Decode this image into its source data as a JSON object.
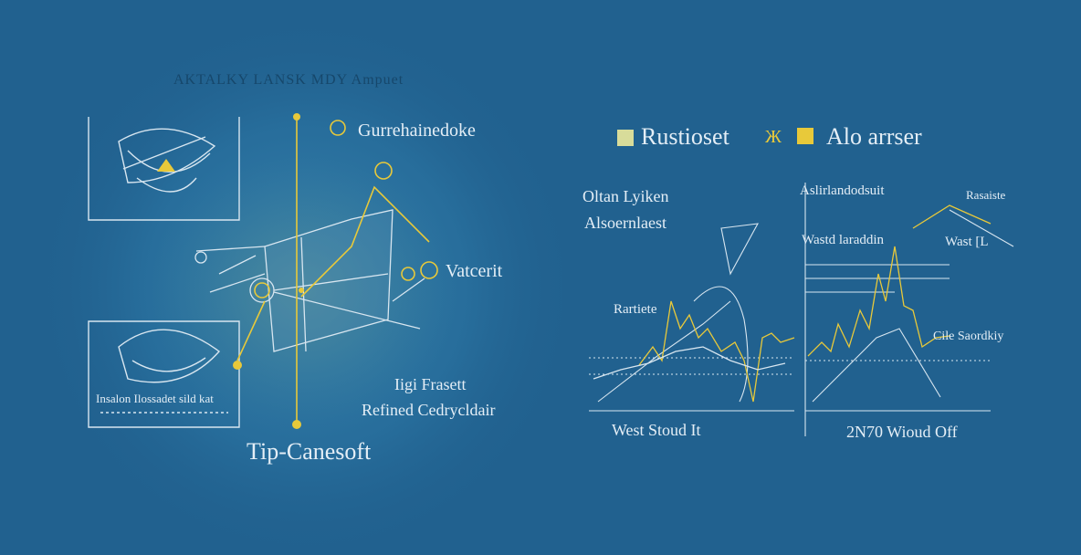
{
  "colors": {
    "background": "#21618f",
    "accent_yellow": "#e8c93a",
    "line_light": "#d8e6f0",
    "glow": "#2f7aa6"
  },
  "left": {
    "faint_header": "AKTALKY  LANSK  MDY Ampuet",
    "label_top": "Gurrehainedoke",
    "label_mid": "Vatcerit",
    "label_bottom_1": "Iigi Frasett",
    "label_bottom_2": "Refined Cedrycldair",
    "title": "Tip-Canesoft",
    "box_caption": "Insalon Ilossadet sild kat"
  },
  "right": {
    "legend": [
      {
        "label": "Rustioset",
        "swatch": "#d8dc9a"
      },
      {
        "label": "Alo arrser",
        "swatch": "#e8c93a"
      }
    ],
    "legend_separator": "Ж",
    "left_labels": [
      "Oltan Lyiken",
      "Alsoernlaest",
      "Rartiete"
    ],
    "right_labels": [
      "Rasaiste",
      "Wast [L",
      "Cile Saordkiy"
    ],
    "mid_label": "Aslirlandodsuit",
    "mid_label_2": "Wastd laraddin",
    "chart1_caption": "West Stoud It",
    "chart2_caption": "2N70 Wioud Off"
  }
}
